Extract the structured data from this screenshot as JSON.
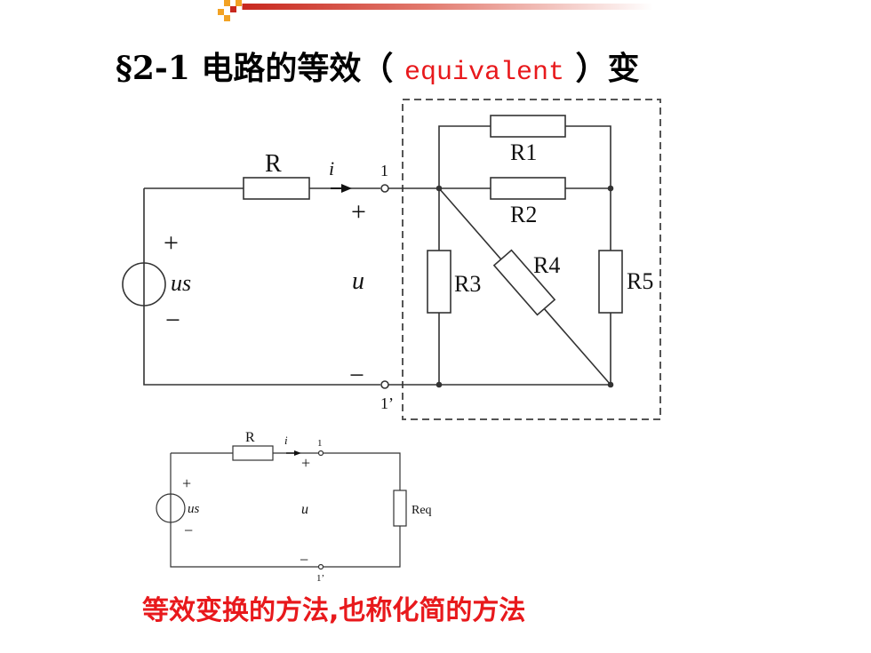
{
  "colors": {
    "accent_red": "#c8281e",
    "accent_orange": "#f2a224",
    "text_dark": "#000000",
    "highlight_red": "#e8191c"
  },
  "slide": {
    "title_prefix": "§2-1  电路的等效（ ",
    "title_keyword": "equivalent",
    "title_suffix": " ）变",
    "subtitle": "等效变换的方法,也称化简的方法"
  },
  "circuit_main": {
    "source_label": "us",
    "source_plus": "+",
    "source_minus": "−",
    "resistor_R": "R",
    "current_label": "i",
    "terminal_1": "1",
    "terminal_1p": "1’",
    "voltage_label": "u",
    "voltage_plus": "+",
    "voltage_minus": "−",
    "R1": "R1",
    "R2": "R2",
    "R3": "R3",
    "R4": "R4",
    "R5": "R5"
  },
  "circuit_equiv": {
    "source_label": "us",
    "source_plus": "+",
    "source_minus": "−",
    "resistor_R": "R",
    "current_label": "i",
    "terminal_1": "1",
    "terminal_1p": "1’",
    "voltage_label": "u",
    "voltage_plus": "+",
    "voltage_minus": "−",
    "Req": "Req"
  }
}
